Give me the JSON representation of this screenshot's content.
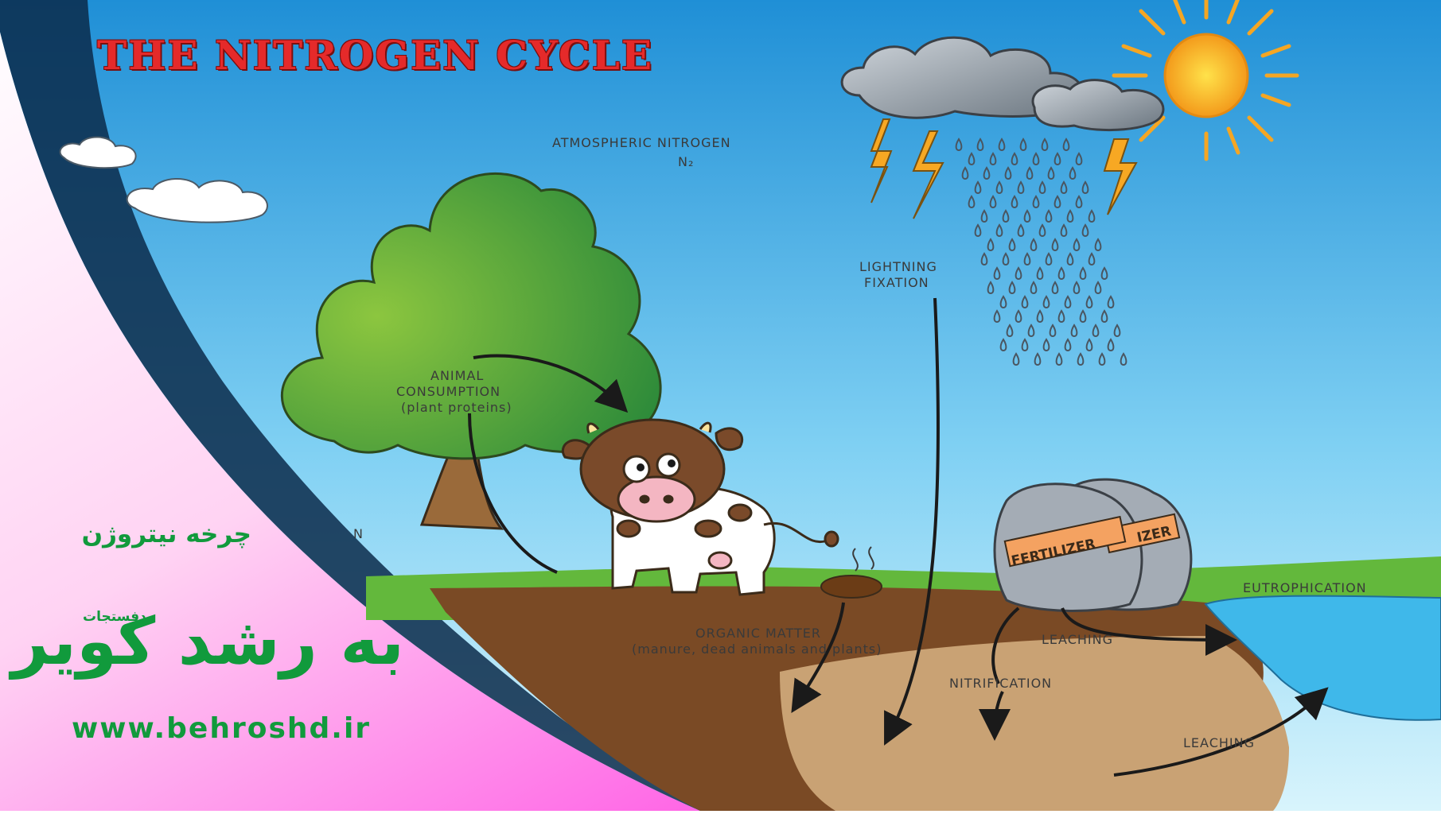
{
  "diagram": {
    "title": "THE NITROGEN CYCLE",
    "labels": {
      "atmospheric": "ATMOSPHERIC NITROGEN",
      "n2": "N₂",
      "lightning_line1": "LIGHTNING",
      "lightning_line2": "FIXATION",
      "animal_line1": "ANIMAL",
      "animal_line2": "CONSUMPTION",
      "animal_line3": "(plant proteins)",
      "organic_line1": "ORGANIC MATTER",
      "organic_line2": "(manure, dead animals and plants)",
      "leaching_upper": "LEACHING",
      "nitrification": "NITRIFICATION",
      "leaching_lower": "LEACHING",
      "eutrophication": "EUTROPHICATION",
      "fertilizer_front": "FERTILIZER",
      "fertilizer_back": "IZER",
      "partial_left": "N"
    }
  },
  "brand": {
    "caption": "چرخه نیتروژن",
    "logo_text": "به رشد کویر",
    "logo_sub": "دفستجات",
    "url": "www.behroshd.ir"
  },
  "colors": {
    "title_red": "#e52a2a",
    "brand_green": "#119a3c",
    "pink": "#ff1fdc",
    "sky_top": "#1f8fd6",
    "sky_bottom": "#c8eefb",
    "soil_dark": "#7a4a25",
    "soil_light": "#c9a274",
    "water": "#3fb8ea",
    "grass": "#5fb63a"
  }
}
